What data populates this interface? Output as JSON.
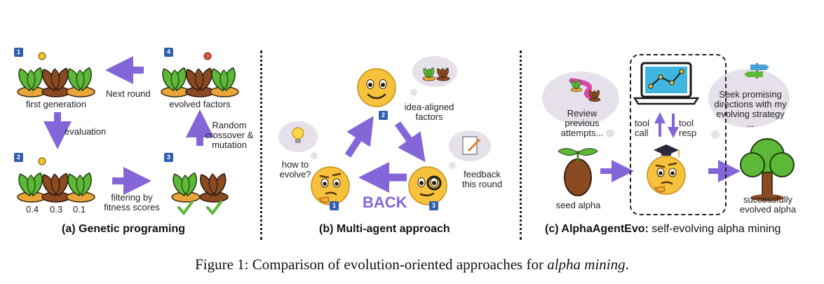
{
  "panels": {
    "a": {
      "title": "(a) Genetic programing",
      "badges": [
        "1",
        "4",
        "2",
        "3"
      ],
      "labels": {
        "first_generation": "first generation",
        "evolved_factors": "evolved factors",
        "next_round": "Next round",
        "evaluation": "evaluation",
        "random_crossover": "Random crossover & mutation",
        "filtering": "filtering by fitness scores"
      },
      "fitness_scores": [
        "0.4",
        "0.3",
        "0.1"
      ]
    },
    "b": {
      "title": "(b) Multi-agent approach",
      "badges": [
        "2",
        "1",
        "3"
      ],
      "labels": {
        "idea_aligned": "idea-aligned factors",
        "how_to_evolve": "how to evolve?",
        "feedback": "feedback this round",
        "back": "BACK"
      }
    },
    "c": {
      "title_bold": "(c) AlphaAgentEvo:",
      "title_rest": " self-evolving alpha mining",
      "labels": {
        "review": "Review previous attempts...",
        "seek": "Seek promising directions with my evolving strategy ...",
        "tool_call": "tool call",
        "tool_resp": "tool resp",
        "seed_alpha": "seed alpha",
        "evolved_alpha": "successfully evolved alpha"
      }
    }
  },
  "caption": {
    "prefix": "Figure 1: Comparison of evolution-oriented approaches for ",
    "italic": "alpha mining",
    "suffix": "."
  },
  "colors": {
    "arrow": "#8466d8",
    "badge": "#2f5fb0",
    "leaf": "#5cb836",
    "stem_brown": "#8a4b22",
    "soil": "#e9a43a",
    "emoji": "#f6c23b",
    "thought": "#e6e0ea"
  }
}
